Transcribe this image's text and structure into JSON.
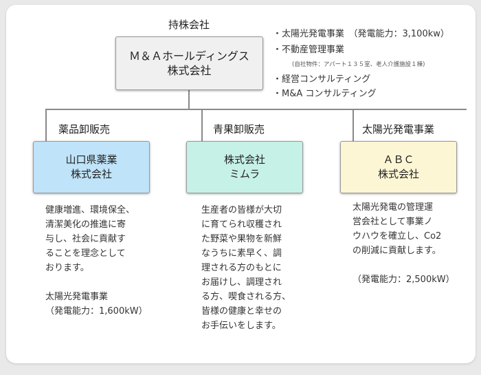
{
  "colors": {
    "parent_fill": "#f0f0f0",
    "yakuhin_fill": "#bfe3f8",
    "seika_fill": "#c6f1e6",
    "taiyo_fill": "#fdf6d4",
    "line": "#888888"
  },
  "holding": {
    "label": "持株会社",
    "name_line1": "Ｍ＆Ａホールディングス",
    "name_line2": "株式会社"
  },
  "businesses": [
    "・太陽光発電事業　（発電能力：3,100kw）",
    "・不動産管理事業",
    "・経営コンサルティング",
    "・M&A コンサルティング"
  ],
  "business_note": "(自社物件：アパート１３５室、老人介護施設１棟)",
  "segments": [
    {
      "label": "薬品卸販売",
      "company_line1": "山口県薬業",
      "company_line2": "株式会社",
      "desc": [
        "健康増進、環境保全、",
        "清潔美化の推進に寄",
        "与し、社会に貢献す",
        "ることを理念として",
        "おります。",
        "",
        "太陽光発電事業",
        "（発電能力：1,600kW）"
      ]
    },
    {
      "label": "青果卸販売",
      "company_line1": "株式会社",
      "company_line2": "ミムラ",
      "desc": [
        "生産者の皆様が大切",
        "に育てられ収穫され",
        "た野菜や果物を新鮮",
        "なうちに素早く、調",
        "理される方のもとに",
        "お届けし、調理され",
        "る方、喫食される方、",
        "皆様の健康と幸せの",
        "お手伝いをします。"
      ]
    },
    {
      "label": "太陽光発電事業",
      "company_line1": "ＡＢＣ",
      "company_line2": "株式会社",
      "desc": [
        "太陽光発電の管理運",
        "営会社として事業ノ",
        "ウハウを確立し、Co2",
        "の削減に貢献します。",
        "",
        "（発電能力：2,500kW）"
      ]
    }
  ]
}
